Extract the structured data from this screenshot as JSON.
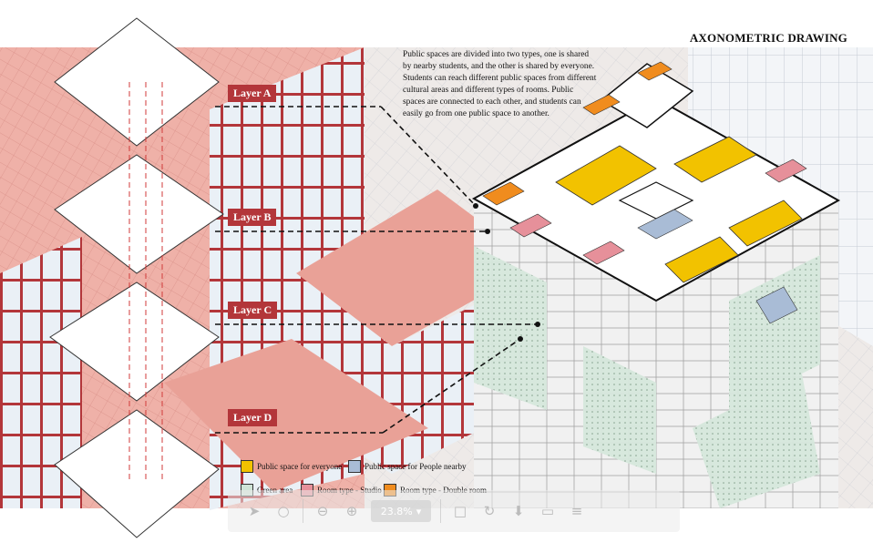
{
  "title": "AXONOMETRIC DRAWING",
  "description": "Public spaces are divided into two types, one is shared by nearby students, and the other is shared by everyone. Students can reach different public spaces from different cultural areas and different types of rooms. Public spaces are connected to each other, and students can easily go from one public space to another.",
  "layers": [
    {
      "label": "Layer A"
    },
    {
      "label": "Layer B"
    },
    {
      "label": "Layer C"
    },
    {
      "label": "Layer D"
    }
  ],
  "legend": [
    {
      "label": "Public space for everyone",
      "color": "#f2c200"
    },
    {
      "label": "Public space for People nearby",
      "color": "#a9bcd6"
    },
    {
      "label": "Green area",
      "color": "#cfe3d6"
    },
    {
      "label": "Room type - Studio",
      "color": "#e6909a"
    },
    {
      "label": "Room type - Double room",
      "color": "#f08c1e"
    }
  ],
  "colors": {
    "brick": "#b3363a",
    "pink_facade": "#efb1a8",
    "sky": "#eef1f4"
  },
  "toolbar": {
    "zoom_level": "23.8%",
    "icons": [
      "cursor-icon",
      "hand-icon",
      "zoom-out-icon",
      "zoom-in-icon",
      "fit-page-icon",
      "rotate-icon",
      "download-icon",
      "print-icon",
      "more-icon"
    ]
  }
}
